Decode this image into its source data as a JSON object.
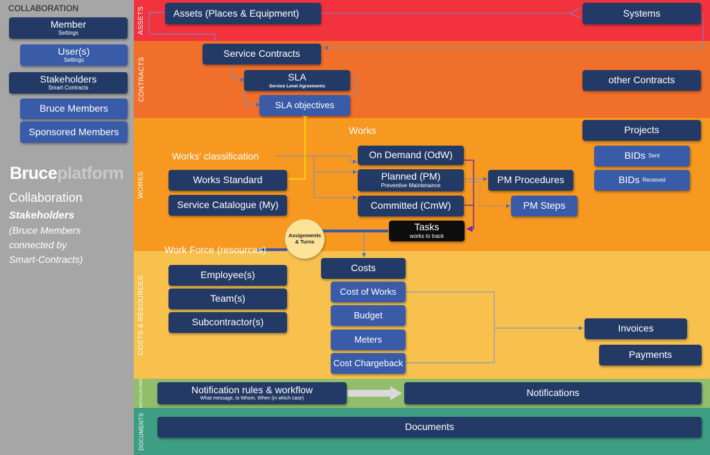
{
  "sidebar": {
    "title": "COLLABORATION",
    "member": {
      "label": "Member",
      "sub": "Settings"
    },
    "users": {
      "label": "User(s)",
      "sub": "Settings"
    },
    "stakeholders": {
      "label": "Stakeholders",
      "sub": "Smart Contracts"
    },
    "bruce_members": "Bruce Members",
    "sponsored_members": "Sponsored Members",
    "logo_part1": "Bruce",
    "logo_part2": "platform",
    "collab_heading": "Collaboration",
    "collab_stakeholders": "Stakeholders",
    "collab_line1": "(Bruce Members",
    "collab_line2": "connected by",
    "collab_line3": "Smart-Contracts)"
  },
  "bands": {
    "assets": "ASSETS",
    "contracts": "CONTRACTS",
    "works": "WORKS",
    "costs": "COSTS & RESOURCES",
    "notifications": "NOTIFICATIONS",
    "documents": "DOCUMENTS"
  },
  "colors": {
    "assets": "#f2333d",
    "contracts": "#f06f2a",
    "works": "#f79820",
    "costs": "#f8c14e",
    "notifications": "#92bd6b",
    "documents": "#3e9e84",
    "navy": "#243a66",
    "blue": "#3a5ba8"
  },
  "assets": {
    "places": "Assets (Places & Equipment)",
    "systems": "Systems"
  },
  "contracts": {
    "service_contracts": "Service Contracts",
    "sla": "SLA",
    "sla_sub": "Service Level Agreements",
    "sla_objectives": "SLA objectives",
    "other_contracts": "other Contracts"
  },
  "works": {
    "heading": "Works",
    "classification": "Works’ classification",
    "works_standard": "Works Standard",
    "service_catalogue": "Service Catalogue (My)",
    "on_demand": "On Demand (OdW)",
    "planned": "Planned (PM)",
    "planned_sub": "Preventive Maintenance",
    "committed": "Committed (CmW)",
    "pm_procedures": "PM Procedures",
    "pm_steps": "PM Steps",
    "tasks": "Tasks",
    "tasks_sub": "works to track",
    "projects": "Projects",
    "bids_sent": "BIDs",
    "bids_sent_small": "Sent",
    "bids_received": "BIDs",
    "bids_received_small": "Received",
    "assignments_line1": "Assignments",
    "assignments_line2": "& Turns",
    "work_force": "Work Force (resources)"
  },
  "costs": {
    "employees": "Employee(s)",
    "teams": "Team(s)",
    "subcontractors": "Subcontractor(s)",
    "costs": "Costs",
    "cost_of_works": "Cost of Works",
    "budget": "Budget",
    "meters": "Meters",
    "cost_chargeback": "Cost Chargeback",
    "invoices": "Invoices",
    "payments": "Payments"
  },
  "notifications": {
    "rules": "Notification rules & workflow",
    "rules_sub": "What message, to Whom, When (in which case)",
    "notifications": "Notifications"
  },
  "documents": {
    "documents": "Documents"
  }
}
